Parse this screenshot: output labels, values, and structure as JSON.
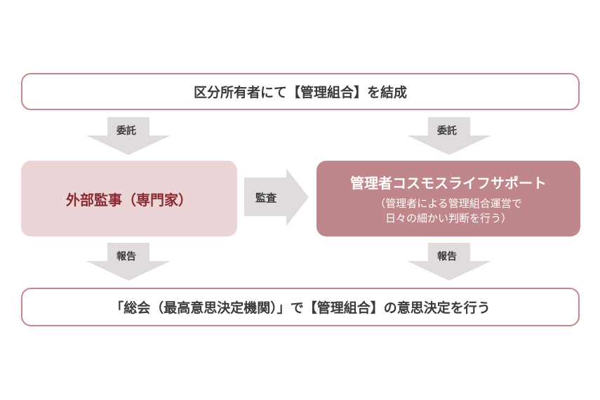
{
  "top_box": {
    "text": "区分所有者にて【管理組合】を結成"
  },
  "arrows": {
    "left_top": "委託",
    "right_top": "委託",
    "audit": "監査",
    "left_bottom": "報告",
    "right_bottom": "報告"
  },
  "audit_box": {
    "text": "外部監事（専門家）"
  },
  "manager_box": {
    "title": "管理者コスモスライフサポート",
    "sub_line1": "（管理者による管理組合運営で",
    "sub_line2": "日々の細かい判断を行う）"
  },
  "bottom_box": {
    "text": "「総会（最高意思決定機関）」で【管理組合】の意思決定を行う"
  },
  "colors": {
    "border": "#c2878b",
    "audit_fill": "#ebd5d7",
    "audit_text": "#8a2a31",
    "manager_fill": "#bf878b",
    "arrow": "#e0dcdc"
  }
}
